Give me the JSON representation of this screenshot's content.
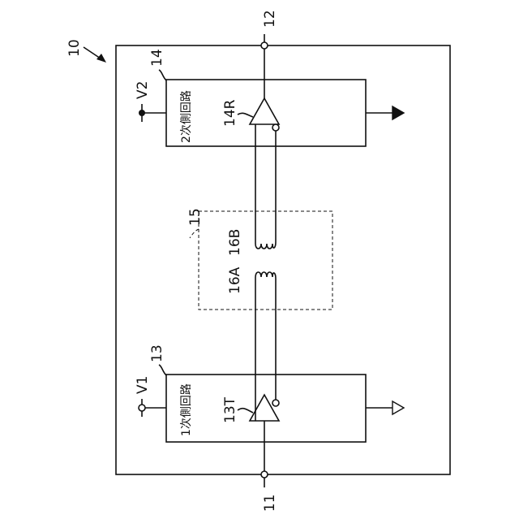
{
  "labels": {
    "device": "10",
    "terminal_in": "11",
    "terminal_out": "12",
    "primary_block": "13",
    "secondary_block": "14",
    "transformer": "15",
    "coil_a": "16A",
    "coil_b": "16B",
    "transmitter": "13T",
    "receiver": "14R",
    "supply_1": "V1",
    "supply_2": "V2"
  },
  "text": {
    "primary_circuit": "1次側回路",
    "secondary_circuit": "2次側回路"
  },
  "colors": {
    "line": "#111111",
    "background": "#ffffff"
  }
}
